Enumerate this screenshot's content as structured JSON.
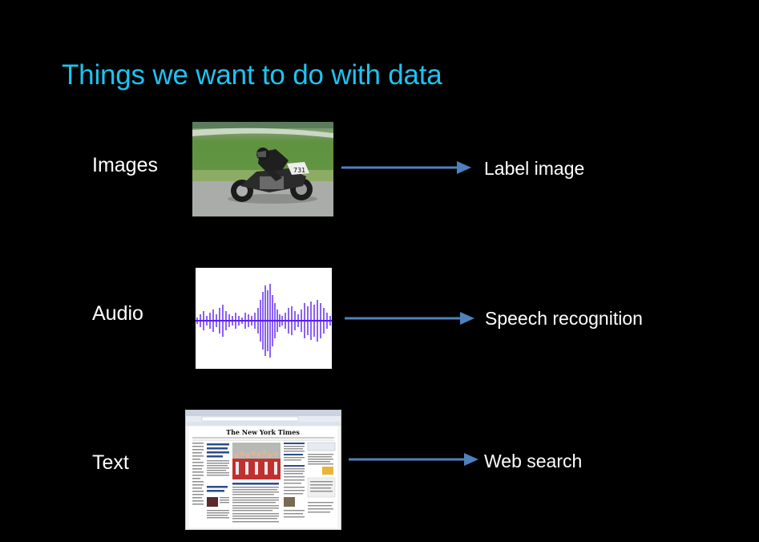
{
  "slide": {
    "title": "Things we want to do with data",
    "accent_color": "#1ec3f2",
    "arrow_color": "#4f81bd",
    "rows": [
      {
        "label": "Images",
        "output": "Label image",
        "thumbnail_icon": "motorcycle-photo"
      },
      {
        "label": "Audio",
        "output": "Speech recognition",
        "thumbnail_icon": "audio-waveform"
      },
      {
        "label": "Text",
        "output": "Web search",
        "thumbnail_icon": "newspaper-webpage"
      }
    ]
  },
  "thumbnails": {
    "racer_number": "731",
    "newspaper_masthead": "The New York Times"
  }
}
